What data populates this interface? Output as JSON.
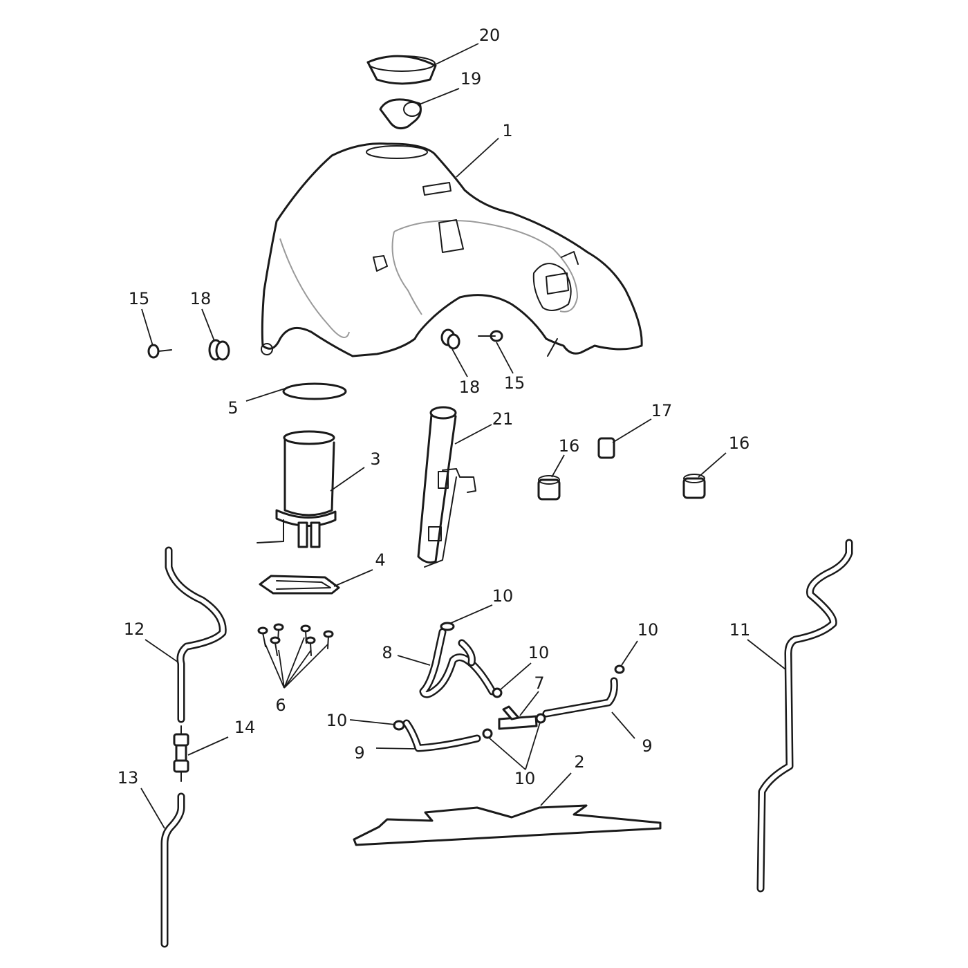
{
  "callouts": {
    "c1": "1",
    "c2": "2",
    "c3": "3",
    "c4": "4",
    "c5": "5",
    "c6": "6",
    "c7": "7",
    "c8": "8",
    "c9a": "9",
    "c9b": "9",
    "c10a": "10",
    "c10b": "10",
    "c10c": "10",
    "c10d": "10",
    "c10e": "10",
    "c11": "11",
    "c12": "12",
    "c13": "13",
    "c14": "14",
    "c15a": "15",
    "c15b": "15",
    "c16a": "16",
    "c16b": "16",
    "c17": "17",
    "c18a": "18",
    "c18b": "18",
    "c19": "19",
    "c20": "20",
    "c21": "21"
  },
  "colors": {
    "line": "#1a1a1a",
    "hidden_line": "#9a9a9a",
    "background": "#ffffff"
  }
}
